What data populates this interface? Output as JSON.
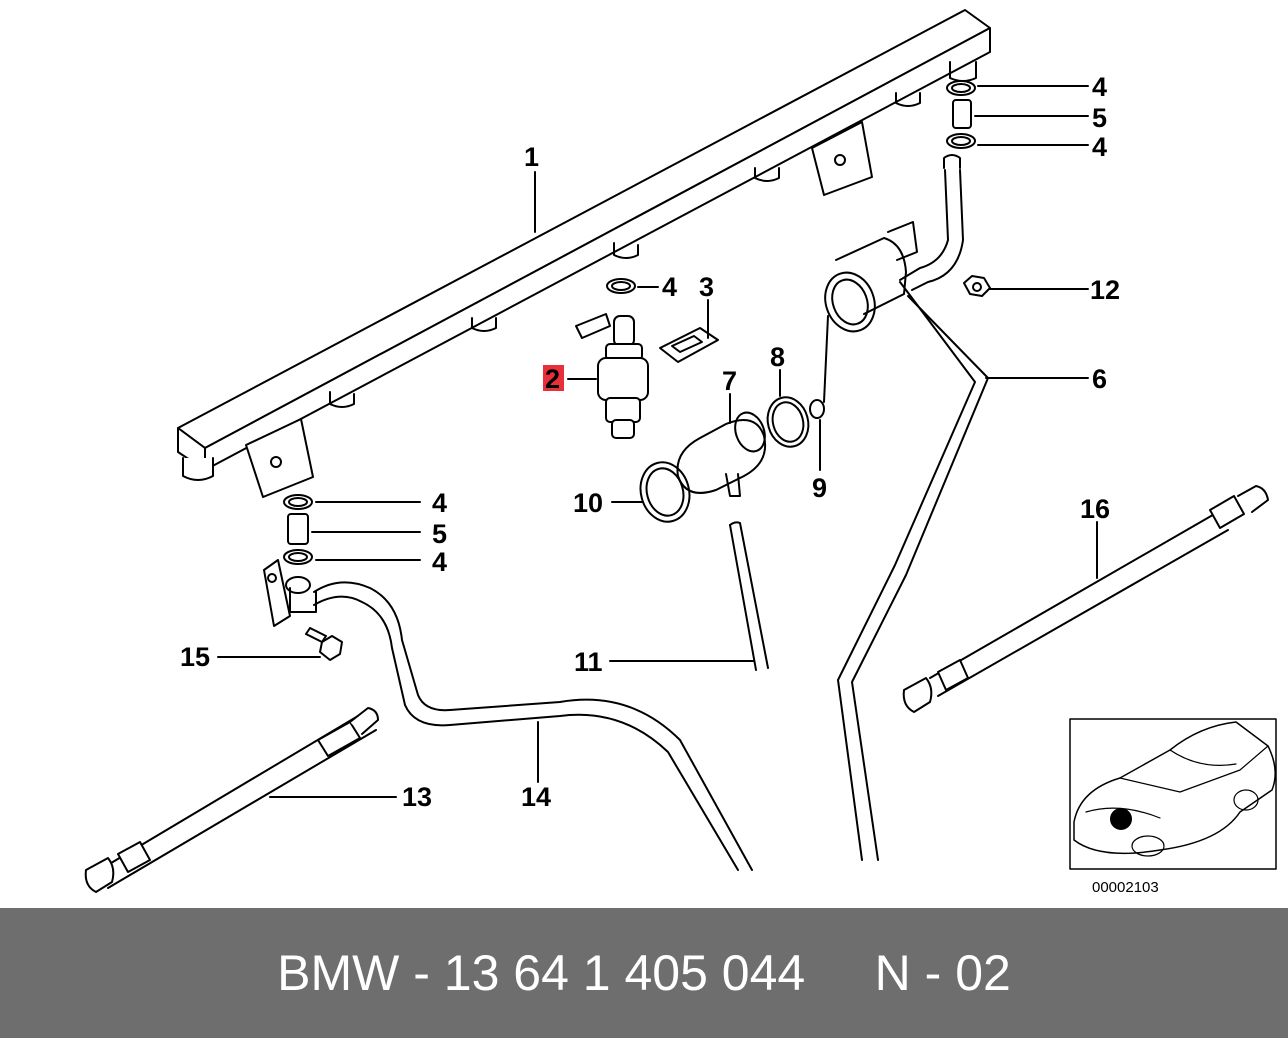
{
  "diagram": {
    "callouts": [
      "1",
      "2",
      "3",
      "4",
      "4",
      "4",
      "4",
      "4",
      "5",
      "5",
      "6",
      "7",
      "8",
      "9",
      "10",
      "11",
      "12",
      "13",
      "14",
      "15",
      "16"
    ],
    "highlight_color": "#e8303a",
    "highlighted_callout": "2",
    "inset_code": "00002103"
  },
  "footer": {
    "text": "BMW - 13 64 1 405 044     N - 02",
    "background": "#6e6e6e"
  }
}
